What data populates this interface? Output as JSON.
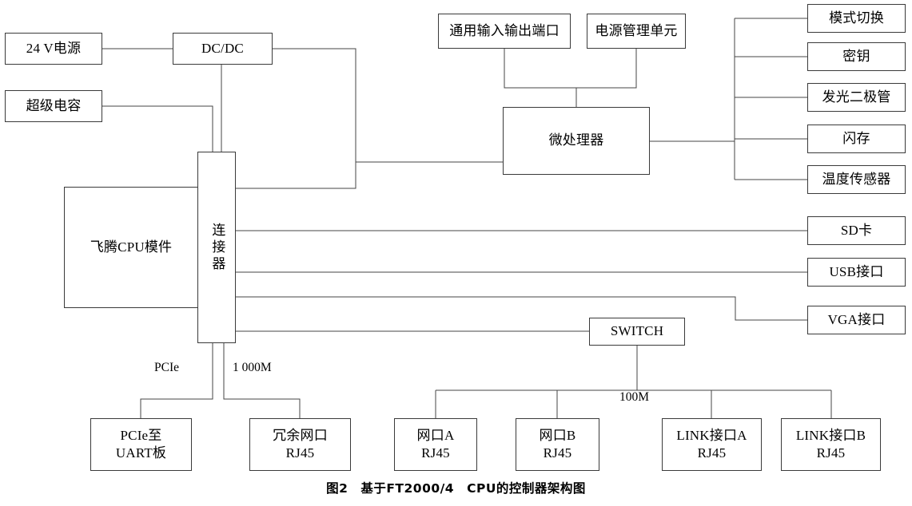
{
  "figure": {
    "caption": "图2　基于FT2000/4　CPU的控制器架构图"
  },
  "nodes": {
    "power_24v": {
      "label": "24 V电源"
    },
    "supercap": {
      "label": "超级电容"
    },
    "dcdc": {
      "label": "DC/DC"
    },
    "gpio": {
      "label": "通用输入输出端口"
    },
    "pmu": {
      "label": "电源管理单元"
    },
    "mcu": {
      "label": "微处理器"
    },
    "connector": {
      "label": "连接器"
    },
    "cpu_module": {
      "label": "飞腾CPU模件"
    },
    "mode_switch": {
      "label": "模式切换"
    },
    "secret_key": {
      "label": "密钥"
    },
    "led": {
      "label": "发光二极管"
    },
    "flash": {
      "label": "闪存"
    },
    "temp_sensor": {
      "label": "温度传感器"
    },
    "sd_card": {
      "label": "SD卡"
    },
    "usb_port": {
      "label": "USB接口"
    },
    "vga_port": {
      "label": "VGA接口"
    },
    "switch": {
      "label": "SWITCH"
    },
    "pcie_uart": {
      "line1": "PCIe至",
      "line2": "UART板"
    },
    "redundant_net": {
      "line1": "冗余网口",
      "line2": "RJ45"
    },
    "net_a": {
      "line1": "网口A",
      "line2": "RJ45"
    },
    "net_b": {
      "line1": "网口B",
      "line2": "RJ45"
    },
    "link_a": {
      "line1": "LINK接口A",
      "line2": "RJ45"
    },
    "link_b": {
      "line1": "LINK接口B",
      "line2": "RJ45"
    }
  },
  "edge_labels": {
    "pcie": "PCIe",
    "gigabit": "1 000M",
    "fast_ethernet": "100M"
  },
  "colors": {
    "stroke": "#3a3a3a",
    "wire": "#444444",
    "background": "#ffffff",
    "text": "#000000"
  }
}
